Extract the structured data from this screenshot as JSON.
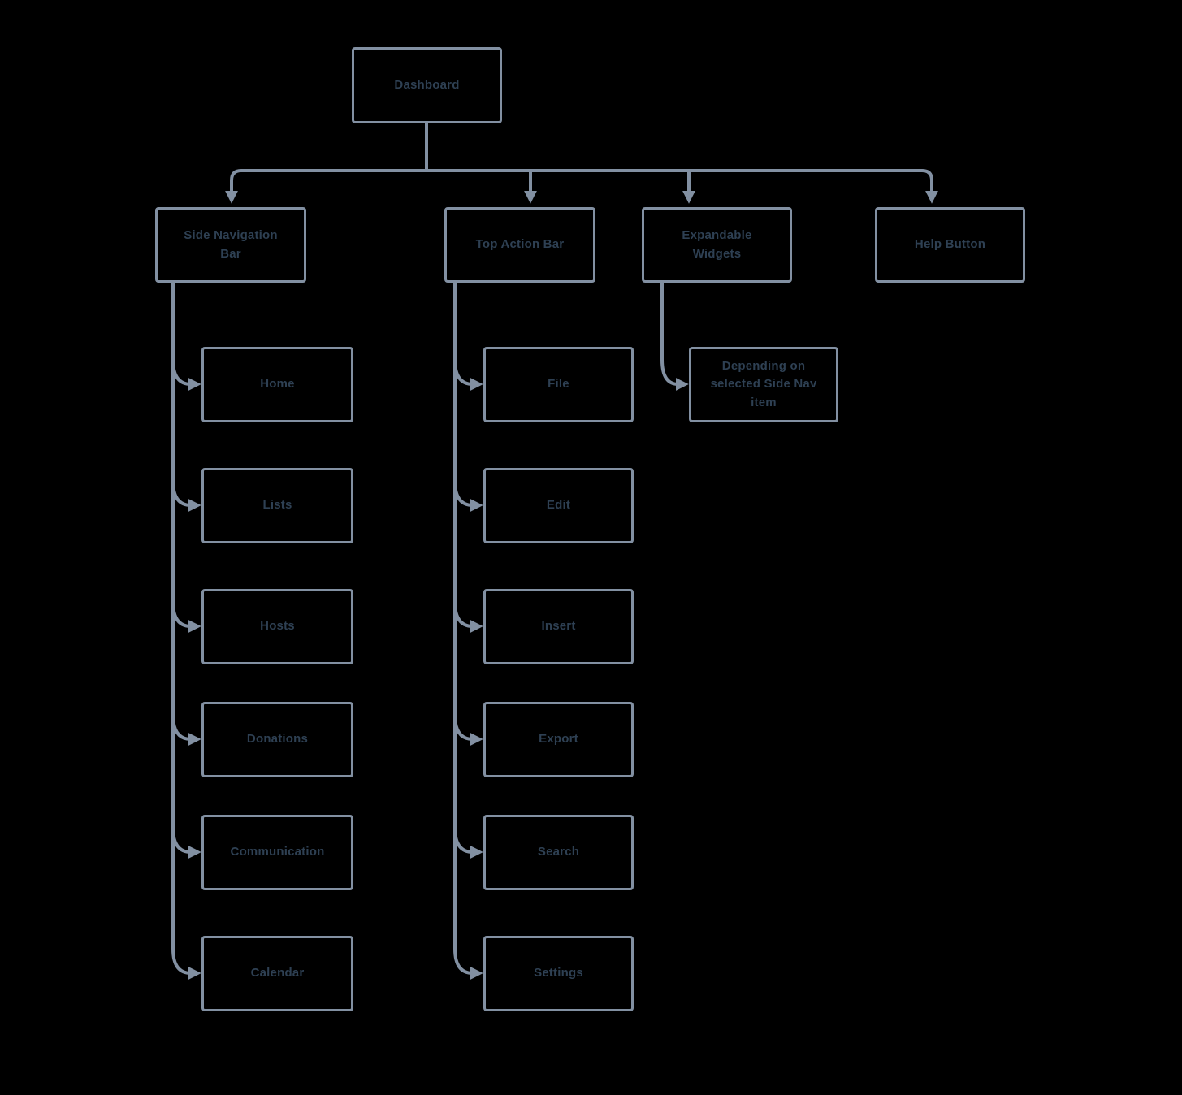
{
  "diagram": {
    "title": "Dashboard sitemap flowchart",
    "colors": {
      "background": "#000000",
      "line": "#8290A2",
      "node_border": "#8290A2",
      "node_text": "#2E4053"
    },
    "root": {
      "label": "Dashboard"
    },
    "branches": [
      {
        "label": "Side Navigation Bar"
      },
      {
        "label": "Top Action Bar"
      },
      {
        "label": "Expandable Widgets"
      },
      {
        "label": "Help Button"
      }
    ],
    "side_nav_items": [
      {
        "label": "Home"
      },
      {
        "label": "Lists"
      },
      {
        "label": "Hosts"
      },
      {
        "label": "Donations"
      },
      {
        "label": "Communication"
      },
      {
        "label": "Calendar"
      }
    ],
    "top_action_items": [
      {
        "label": "File"
      },
      {
        "label": "Edit"
      },
      {
        "label": "Insert"
      },
      {
        "label": "Export"
      },
      {
        "label": "Search"
      },
      {
        "label": "Settings"
      }
    ],
    "expandable_note": {
      "label": "Depending on selected Side Nav item"
    }
  }
}
